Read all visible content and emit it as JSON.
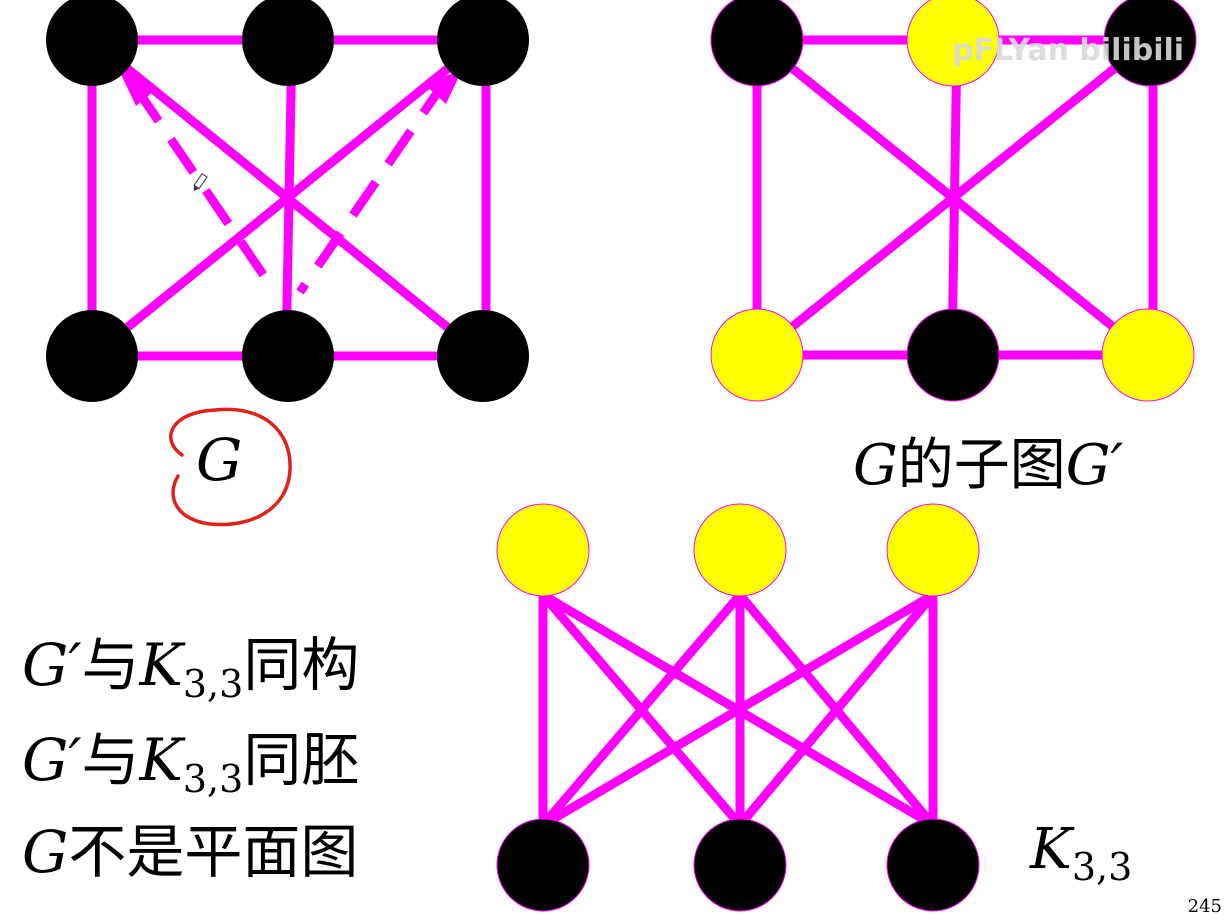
{
  "colors": {
    "edge": "#ff00ff",
    "vertex_black": "#000000",
    "vertex_yellow": "#ffff00",
    "annotation_red": "#e0201a",
    "watermark": "#d9d9d9"
  },
  "graph_g": {
    "name": "G",
    "vertices": [
      "black",
      "black",
      "black",
      "black",
      "black",
      "black"
    ],
    "edges": [
      "solid",
      "solid",
      "solid",
      "solid",
      "solid",
      "solid",
      "solid",
      "solid",
      "solid",
      "solid",
      "dashed",
      "dashed"
    ]
  },
  "graph_g_prime": {
    "caption": {
      "g": "G",
      "text": "的子图",
      "g_prime": "G′"
    },
    "vertices": [
      "black",
      "yellow",
      "black",
      "yellow",
      "black",
      "yellow"
    ]
  },
  "graph_k33": {
    "label": {
      "k": "K",
      "subscript": "3,3"
    },
    "top_vertices": [
      "yellow",
      "yellow",
      "yellow"
    ],
    "bottom_vertices": [
      "black",
      "black",
      "black"
    ]
  },
  "statements": [
    {
      "prefix": "G′",
      "mid": "与",
      "k": "K",
      "sub": "3,3",
      "suffix": "同构"
    },
    {
      "prefix": "G′",
      "mid": "与",
      "k": "K",
      "sub": "3,3",
      "suffix": "同胚"
    },
    {
      "prefix": "G",
      "mid": "不是平面图",
      "k": "",
      "sub": "",
      "suffix": ""
    }
  ],
  "watermark": "pFLYan bilibili",
  "page_number": "245"
}
